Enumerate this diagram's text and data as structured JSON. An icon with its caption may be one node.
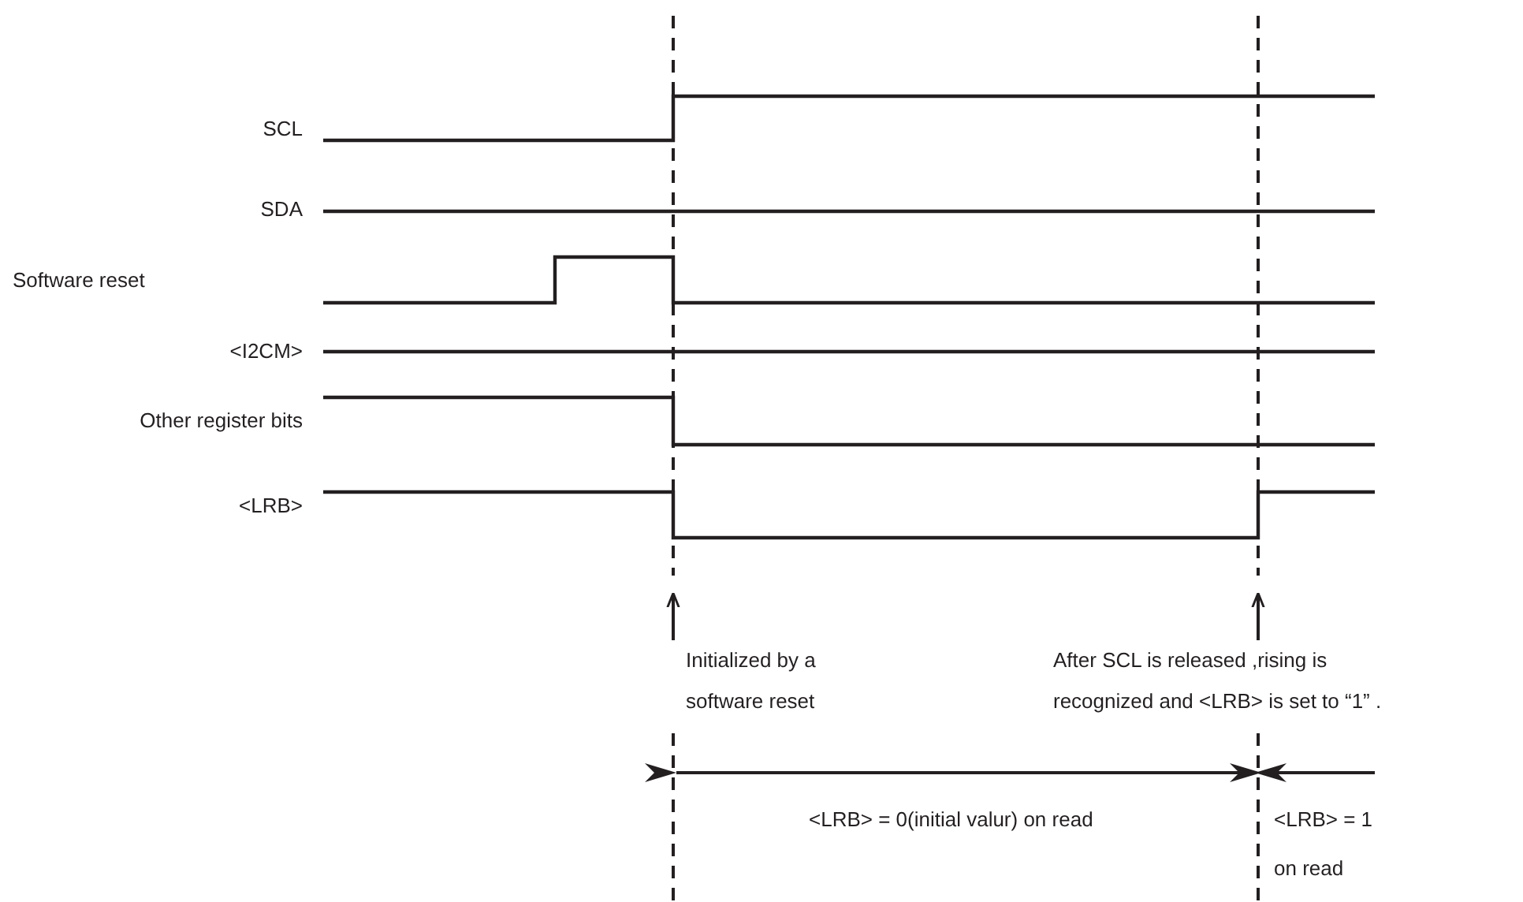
{
  "diagram": {
    "nodes": [
      {
        "text": [
          "Initialized by a software reset"
        ]
      },
      {
        "text": [
          "After SCL is released ,rising is recognized and <LRB> is set to “1” ."
        ]
      }
    ],
    "edges": [
      {
        "from": 0,
        "to": null,
        "arrow": "to"
      },
      {
        "from": 1,
        "to": null,
        "arrow": "to"
      }
    ],
    "labels": [
      "SCL",
      "SDA",
      "Software reset",
      "<I2CM>",
      "Other register bits",
      "<LRB>",
      "<LRB> = 0(initial valur) on read",
      "<LRB> = 1 on read"
    ]
  }
}
